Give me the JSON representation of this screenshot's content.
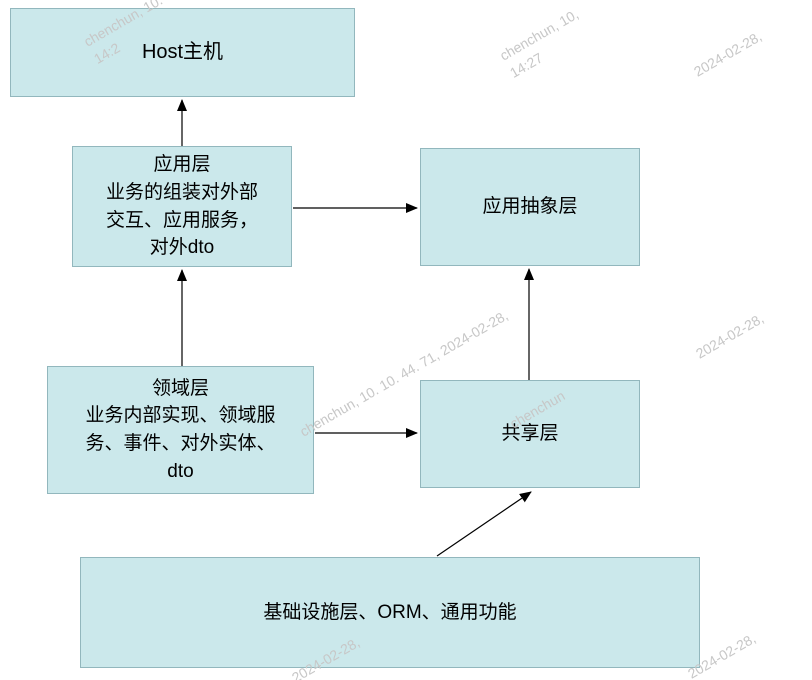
{
  "diagram": {
    "title": "Layered architecture diagram",
    "nodes": {
      "host": {
        "label": "Host主机"
      },
      "application": {
        "label": "应用层\n业务的组装对外部\n交互、应用服务，\n对外dto"
      },
      "app_abstract": {
        "label": "应用抽象层"
      },
      "domain": {
        "label": "领域层\n业务内部实现、领域服\n务、事件、对外实体、\ndto"
      },
      "shared": {
        "label": "共享层"
      },
      "infrastructure": {
        "label": "基础设施层、ORM、通用功能"
      }
    },
    "edges": [
      {
        "from": "application",
        "to": "host"
      },
      {
        "from": "application",
        "to": "app_abstract"
      },
      {
        "from": "domain",
        "to": "application"
      },
      {
        "from": "domain",
        "to": "shared"
      },
      {
        "from": "shared",
        "to": "app_abstract"
      },
      {
        "from": "infrastructure",
        "to": "shared"
      }
    ],
    "node_fill_color": "#cbe8eb",
    "node_border_color": "#92b7bd",
    "arrow_color": "#000000"
  },
  "watermark": {
    "full_text": "chenchun, 10. 10. 44. 71, 2024-02-28, 14:27",
    "color": "#c7c7c7",
    "instances": [
      {
        "text": "chenchun, 10.\n14:2"
      },
      {
        "text": "chenchun, 10,\n14:27"
      },
      {
        "text": "2024-02-28,"
      },
      {
        "text": "chenchun, 10. 10. 44. 71, 2024-02-28,"
      },
      {
        "text": "chenchun"
      },
      {
        "text": "2024-02-28,"
      },
      {
        "text": "2024-02-28,"
      },
      {
        "text": "2024-02-28,"
      }
    ]
  }
}
